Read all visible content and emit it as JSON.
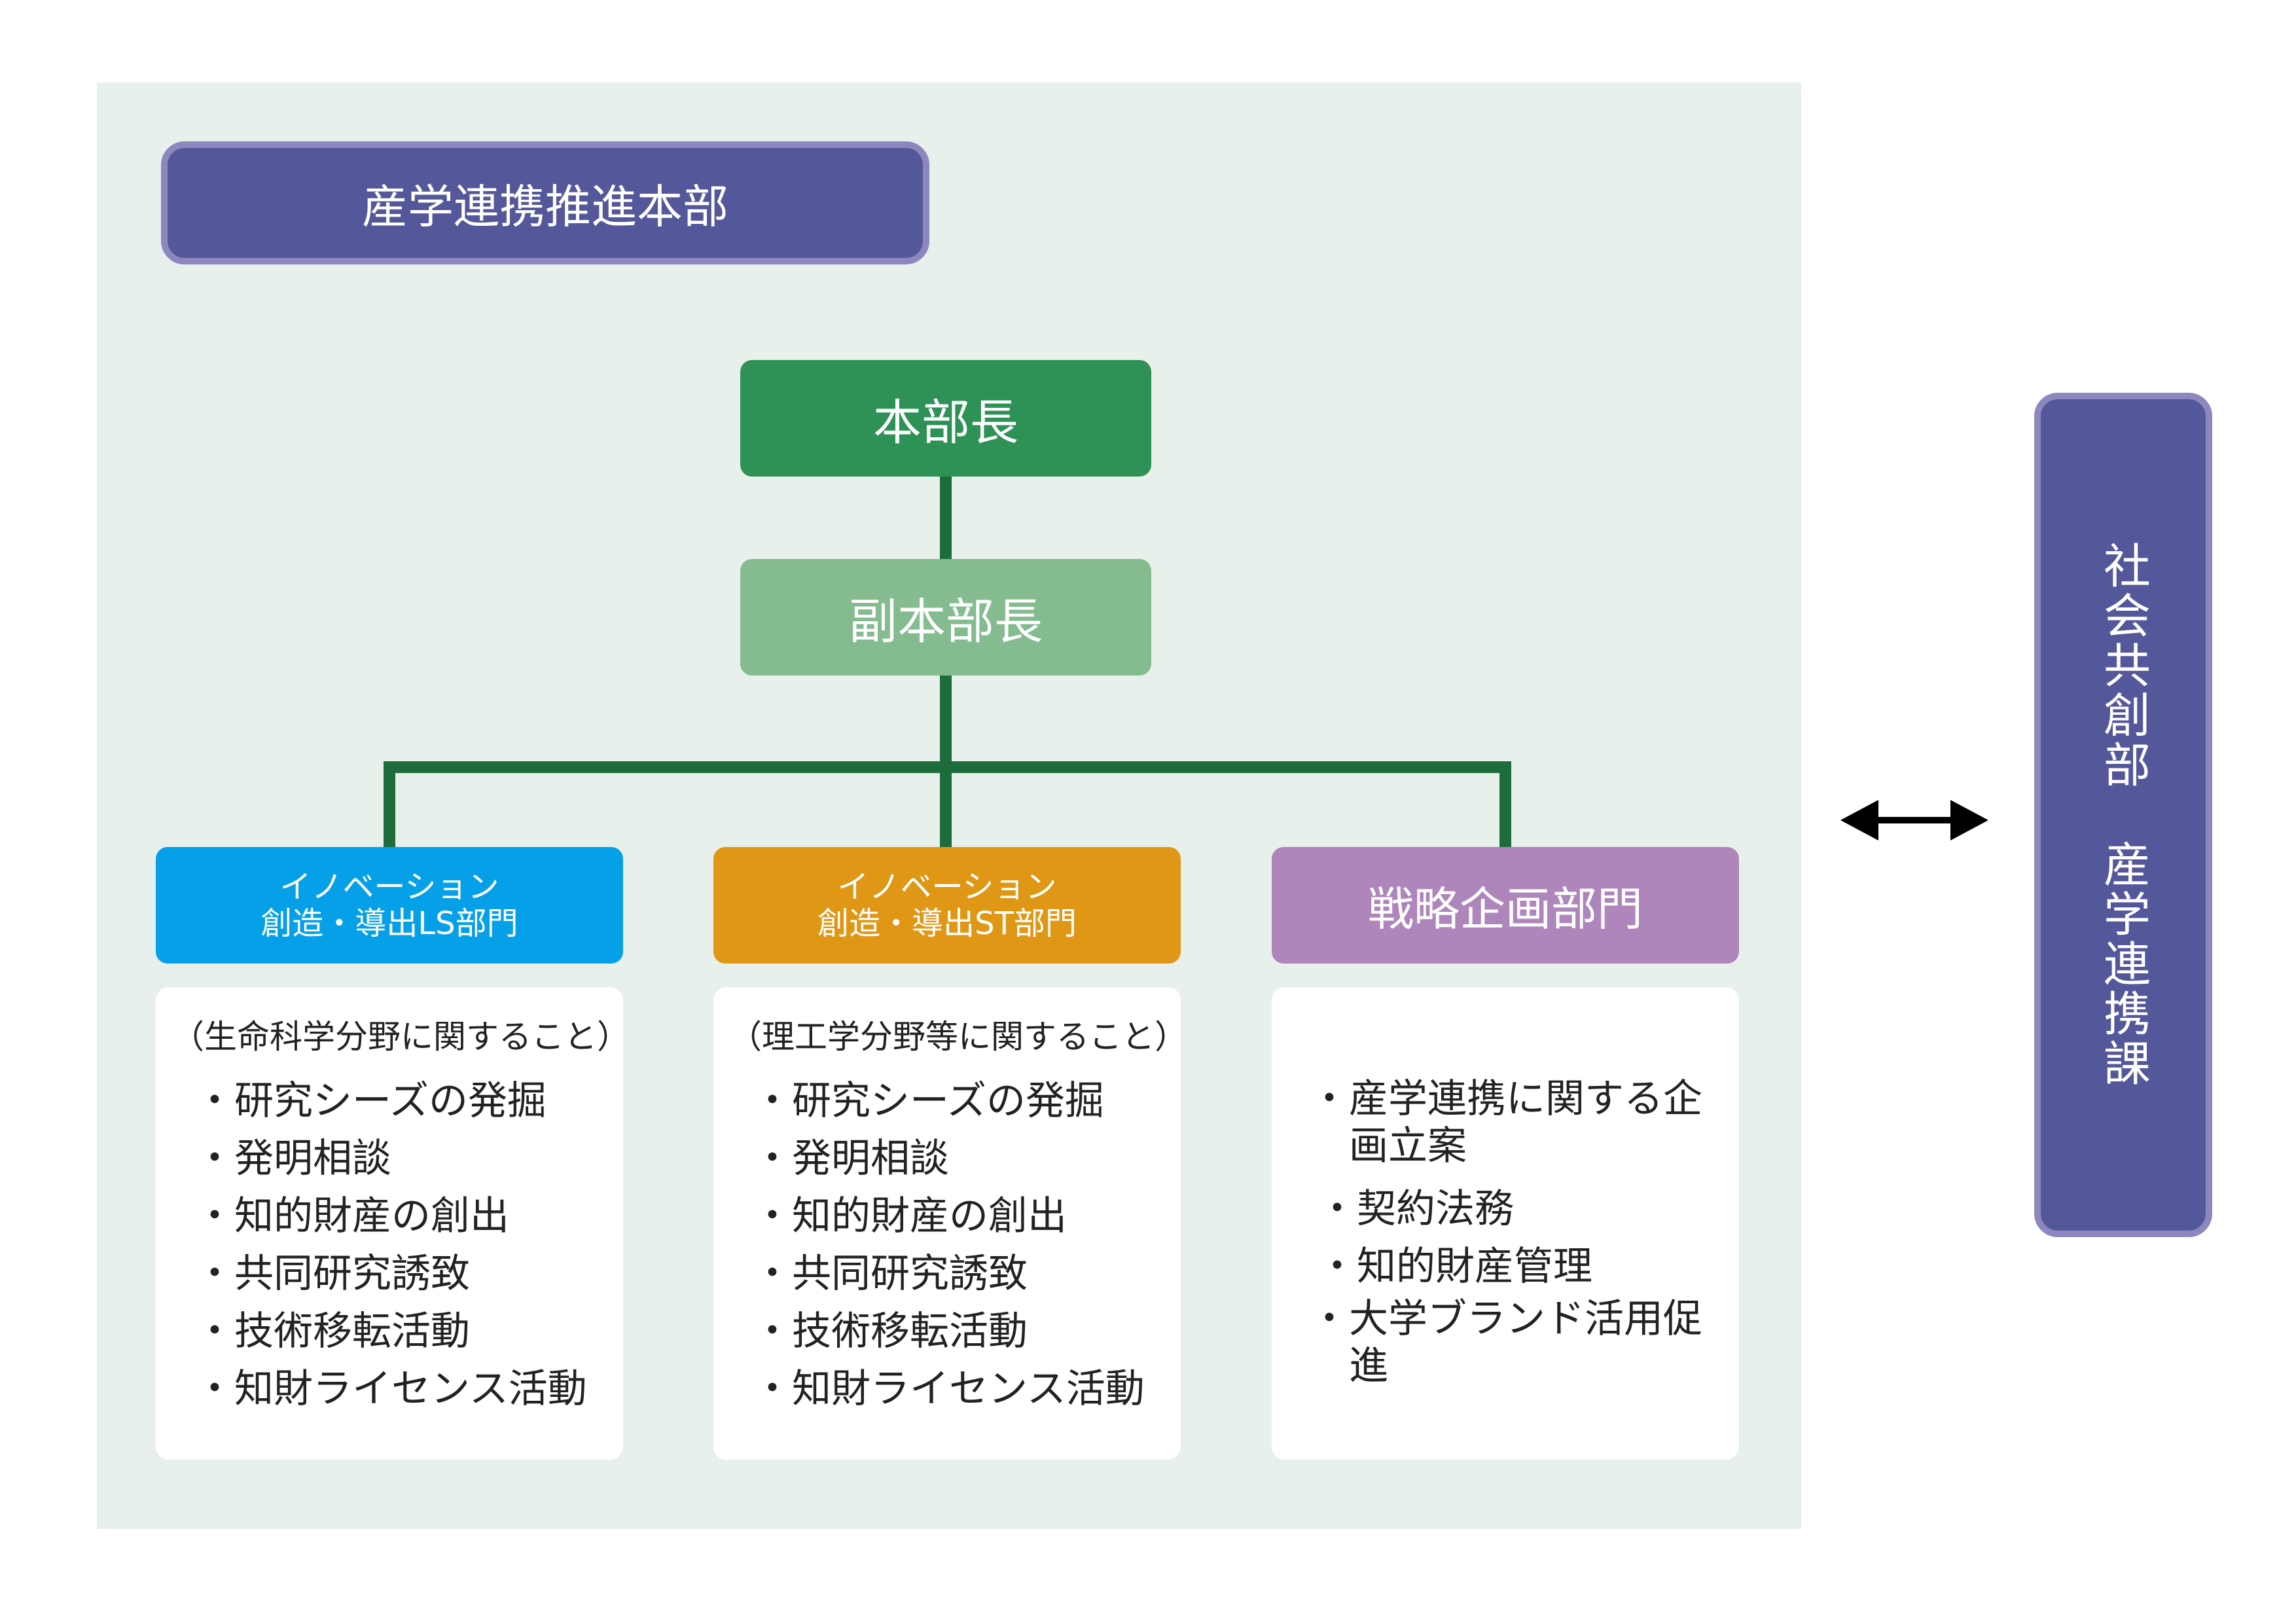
{
  "headquarters": {
    "label": "産学連携推進本部"
  },
  "director": {
    "label": "本部長"
  },
  "vice_director": {
    "label": "副本部長"
  },
  "departments": [
    {
      "line1": "イノベーション",
      "line2": "創造・導出LS部門",
      "color": "#05a0e8",
      "scope": "（生命科学分野に関すること）",
      "duties": [
        "研究シーズの発掘",
        "発明相談",
        "知的財産の創出",
        "共同研究誘致",
        "技術移転活動",
        "知財ライセンス活動"
      ]
    },
    {
      "line1": "イノベーション",
      "line2": "創造・導出ST部門",
      "color": "#e09715",
      "scope": "（理工学分野等に関すること）",
      "duties": [
        "研究シーズの発掘",
        "発明相談",
        "知的財産の創出",
        "共同研究誘致",
        "技術移転活動",
        "知財ライセンス活動"
      ]
    },
    {
      "label": "戦略企画部門",
      "color": "#ae86bb",
      "duties": [
        "産学連携に関する企画立案",
        "契約法務",
        "知的財産管理",
        "大学ブランド活用促進"
      ]
    }
  ],
  "partner": {
    "label": "社会共創部　産学連携課"
  },
  "colors": {
    "connector": "#1e6b3c",
    "panel": "#e8f0ec",
    "hq": "#545799"
  }
}
